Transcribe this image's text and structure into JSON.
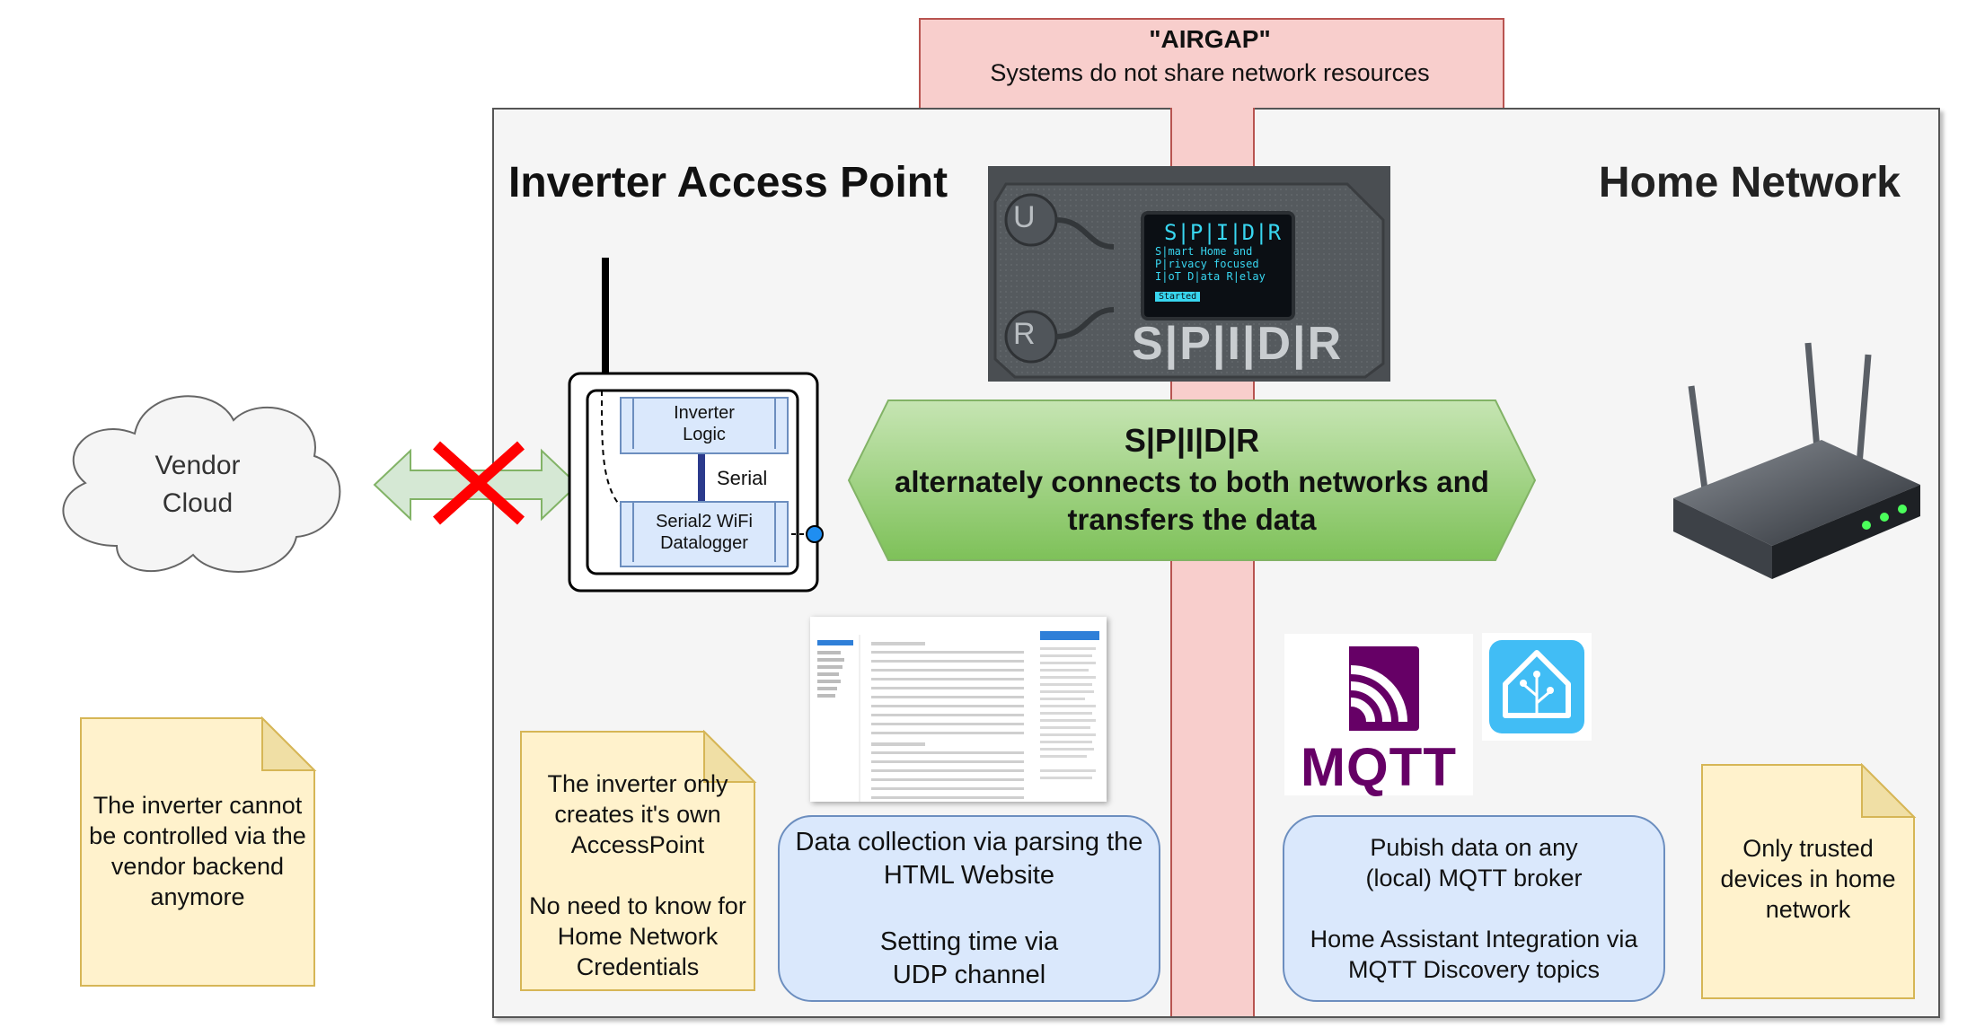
{
  "airgap": {
    "title": "\"AIRGAP\"",
    "subtitle": "Systems do not share network resources"
  },
  "sections": {
    "inverter_title": "Inverter Access Point",
    "home_title": "Home Network"
  },
  "device_screen": {
    "line1": "S|P|I|D|R",
    "line2": "S|mart Home and",
    "line3": "P|rivacy focused",
    "line4": "I|oT  D|ata  R|elay",
    "button": "Started",
    "btn_u": "U",
    "btn_r": "R",
    "case_logo": "S|P|I|D|R"
  },
  "spidr": {
    "name": "S|P|I|D|R",
    "line2": "alternately connects to both networks and",
    "line3": "transfers the data"
  },
  "cloud": {
    "line1": "Vendor",
    "line2": "Cloud"
  },
  "inverter_diagram": {
    "logic_line1": "Inverter",
    "logic_line2": "Logic",
    "serial_label": "Serial",
    "logger_line1": "Serial2 WiFi",
    "logger_line2": "Datalogger"
  },
  "notes": {
    "vendor": [
      "The inverter cannot",
      "be controlled via the",
      "vendor backend",
      "anymore"
    ],
    "ap": [
      "The inverter only",
      "creates it's own",
      "AccessPoint",
      "",
      "No need to know for",
      "Home Network",
      "Credentials"
    ],
    "trusted": [
      "Only trusted",
      "devices in home",
      "network"
    ]
  },
  "boxes": {
    "data_collection": [
      "Data collection via parsing the",
      "HTML Website",
      "",
      "Setting time via",
      "UDP channel"
    ],
    "publish": [
      "Pubish data on any",
      "(local) MQTT broker",
      "",
      "Home Assistant Integration via",
      "MQTT Discovery topics"
    ]
  },
  "logos": {
    "mqtt": "MQTT"
  },
  "colors": {
    "airgap_fill": "#f8cecc",
    "airgap_border": "#b85450",
    "hex_fill": "#8bc56b",
    "note_fill": "#fff2cc",
    "blue_fill": "#dae8fc",
    "mqtt_purple": "#660066",
    "ha_blue": "#41bdf5",
    "cross_red": "#ff0000"
  },
  "icons": [
    "cloud-icon",
    "cross-icon",
    "router-icon",
    "mqtt-logo-icon",
    "home-assistant-icon",
    "antenna-icon"
  ]
}
